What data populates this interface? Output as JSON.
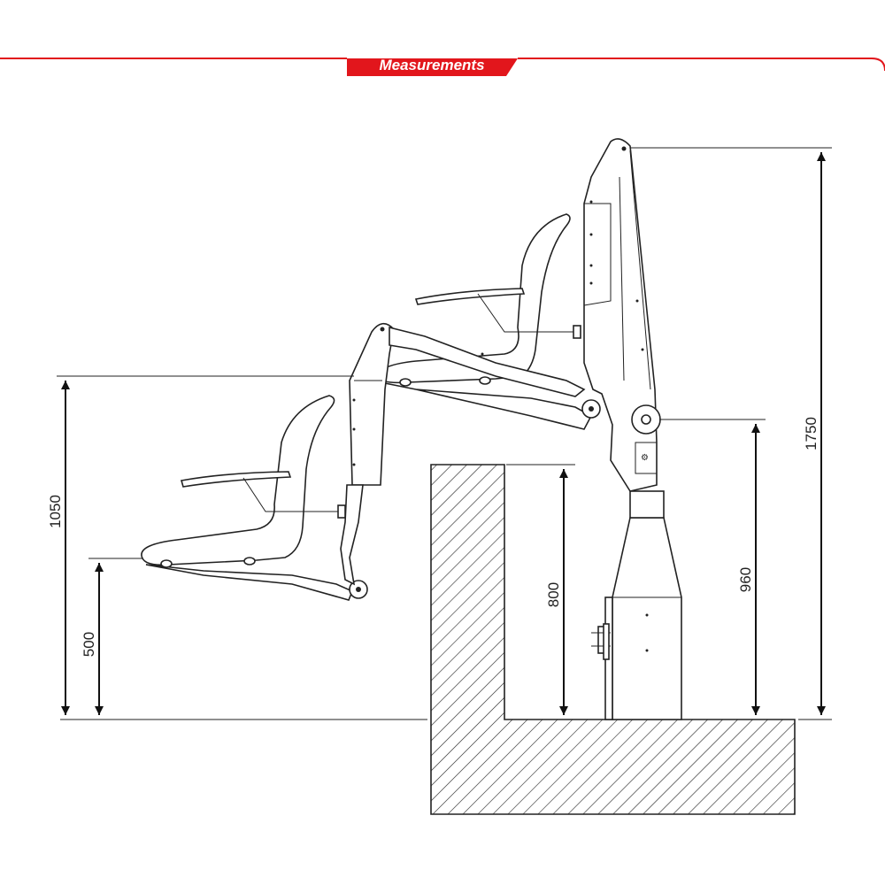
{
  "banner": {
    "title": "Measurements"
  },
  "colors": {
    "accent": "#e2161c",
    "line": "#222222"
  },
  "dimensions": {
    "total_height": "1750",
    "front_seat_back_height": "1050",
    "front_seat_height": "500",
    "step_height": "800",
    "pivot_height": "960"
  }
}
